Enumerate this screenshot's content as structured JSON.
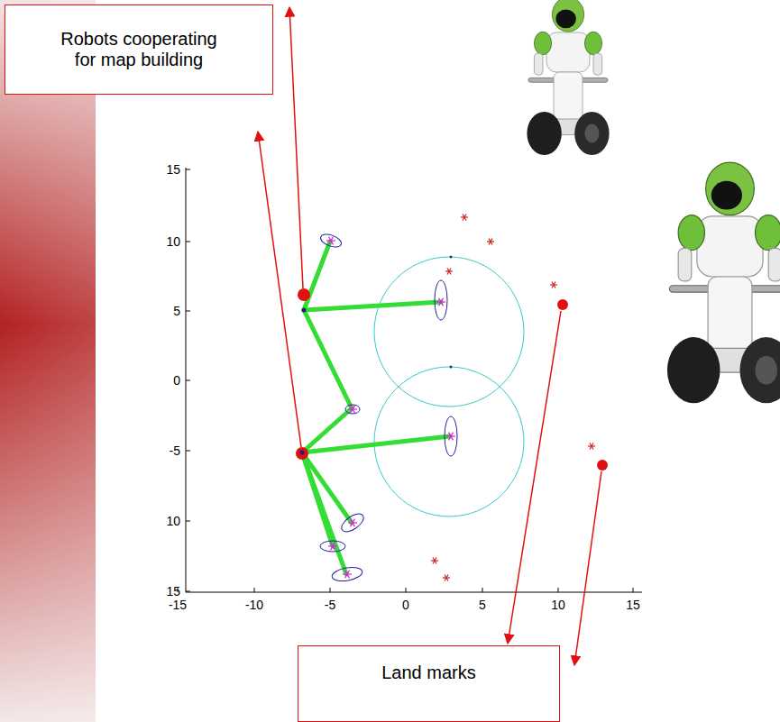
{
  "diagram": {
    "nodes": [
      {
        "text": [
          "Robots cooperating for map building"
        ]
      },
      {
        "text": [
          "Land marks"
        ]
      }
    ],
    "labels": [
      "15",
      "10",
      "5",
      "0",
      "-5",
      "10",
      "15",
      "-15",
      "-10",
      "-5",
      "0",
      "5",
      "10",
      "15"
    ]
  }
}
